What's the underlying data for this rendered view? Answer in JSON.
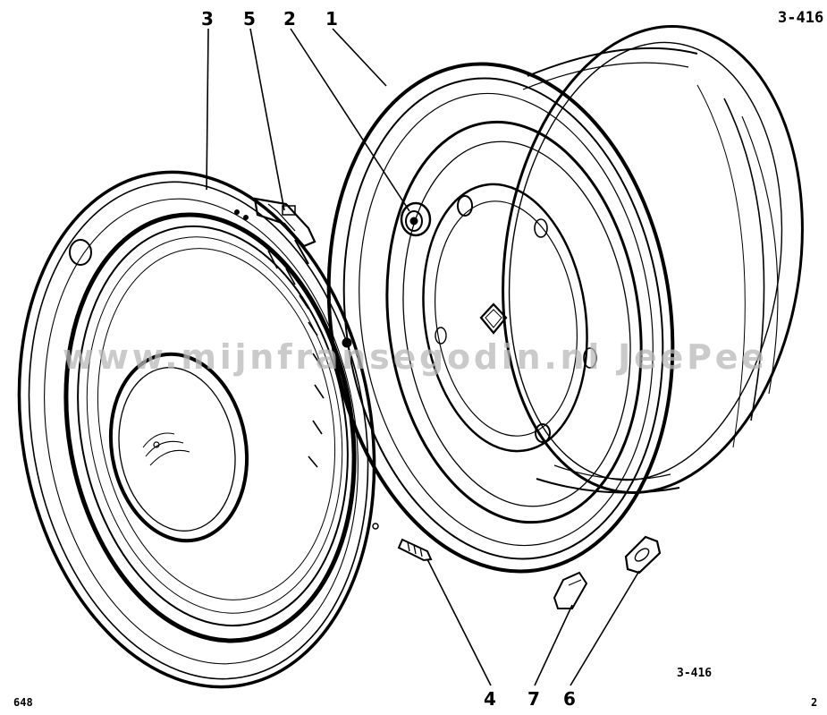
{
  "diagram": {
    "ref_top_right": "3-416",
    "ref_bottom": "3-416",
    "page_left": "648",
    "page_right": "2",
    "watermark": "www.mijnfransegodin.nl JeePee",
    "callouts": [
      {
        "id": "c3",
        "label": "3"
      },
      {
        "id": "c5",
        "label": "5"
      },
      {
        "id": "c2",
        "label": "2"
      },
      {
        "id": "c1",
        "label": "1"
      },
      {
        "id": "c4",
        "label": "4"
      },
      {
        "id": "c7",
        "label": "7"
      },
      {
        "id": "c6",
        "label": "6"
      }
    ]
  }
}
